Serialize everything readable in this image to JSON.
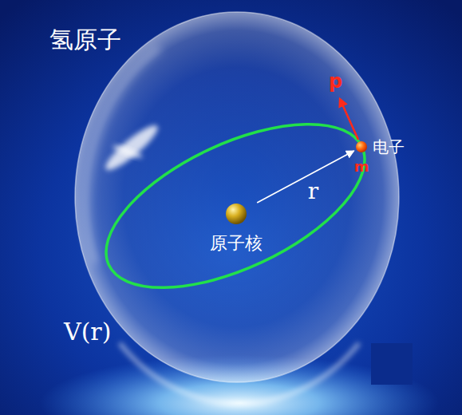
{
  "diagram": {
    "title": "氢原子",
    "nodes": [
      {
        "text": [
          "电子",
          "m"
        ]
      },
      {
        "text": [
          "原子核"
        ]
      }
    ],
    "edges": [
      {
        "from": 1,
        "to": 0,
        "arrow": "to",
        "label": "r"
      }
    ],
    "labels": [
      "p",
      "V(r)"
    ]
  }
}
